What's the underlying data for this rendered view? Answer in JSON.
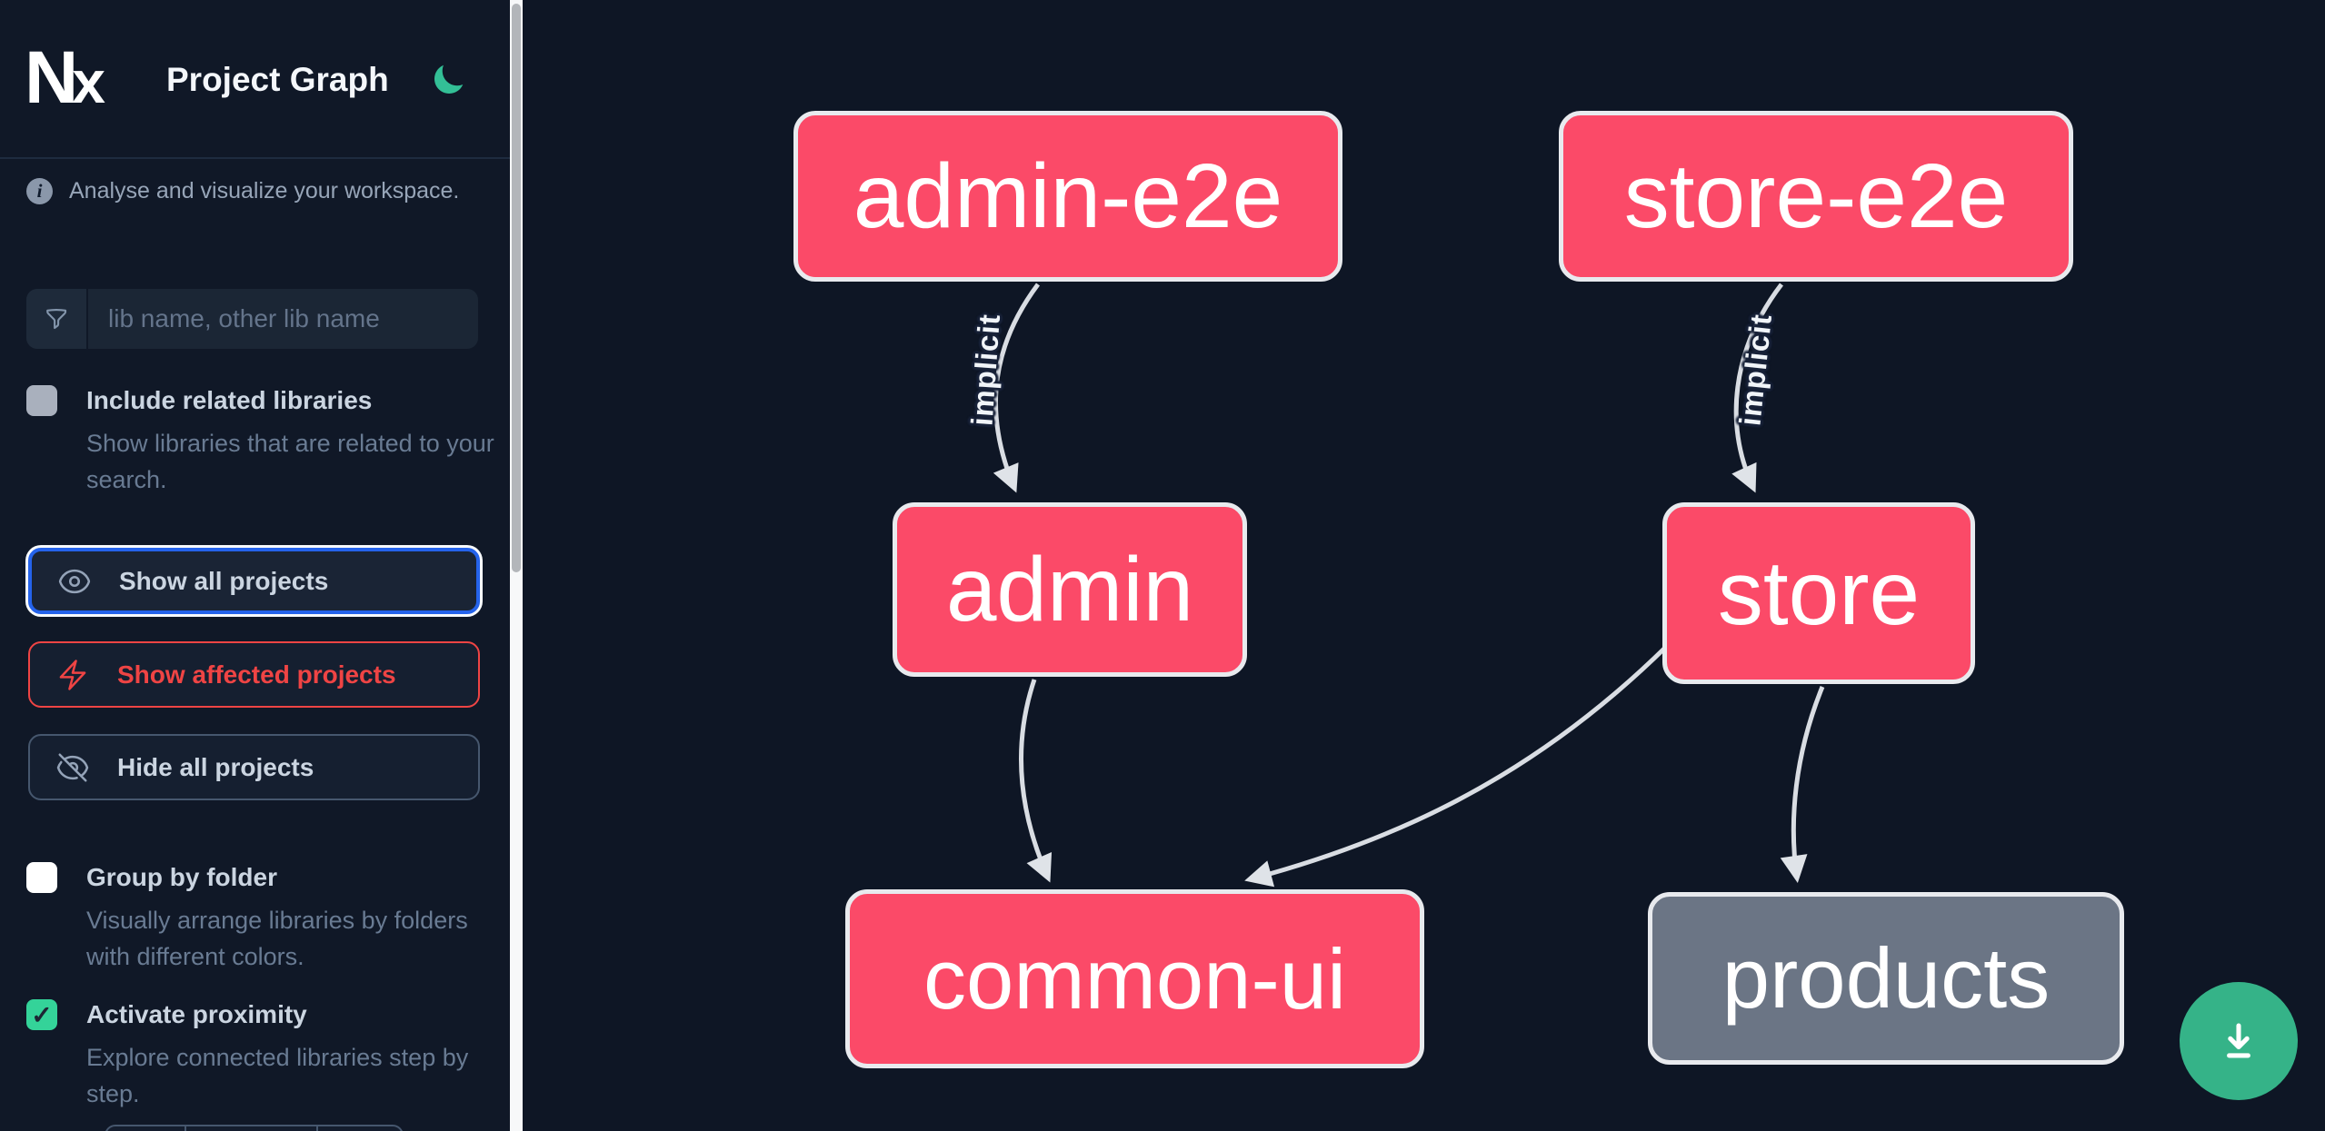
{
  "header": {
    "logo_text": "Nx",
    "title": "Project Graph",
    "theme_toggle": "moon"
  },
  "sidebar": {
    "tagline": "Analyse and visualize your workspace.",
    "search": {
      "placeholder": "lib name, other lib name",
      "value": ""
    },
    "toggles": [
      {
        "label": "Include related libraries",
        "description": "Show libraries that are related to your search.",
        "checked": false
      },
      {
        "label": "Group by folder",
        "description": "Visually arrange libraries by folders with different colors.",
        "checked": false
      },
      {
        "label": "Activate proximity",
        "description": "Explore connected libraries step by step.",
        "checked": true
      }
    ],
    "actions": [
      {
        "label": "Show all projects",
        "icon": "eye-icon",
        "state": "focused"
      },
      {
        "label": "Show affected projects",
        "icon": "bolt-icon",
        "state": "affected"
      },
      {
        "label": "Hide all projects",
        "icon": "eye-slash-icon",
        "state": "default"
      }
    ]
  },
  "graph": {
    "nodes": [
      {
        "label": "admin-e2e",
        "status": "affected"
      },
      {
        "label": "store-e2e",
        "status": "affected"
      },
      {
        "label": "admin",
        "status": "affected"
      },
      {
        "label": "store",
        "status": "affected"
      },
      {
        "label": "common-ui",
        "status": "affected"
      },
      {
        "label": "products",
        "status": "unaffected"
      }
    ],
    "edges": [
      {
        "source": "admin-e2e",
        "target": "admin",
        "label": "implicit"
      },
      {
        "source": "store-e2e",
        "target": "store",
        "label": "implicit"
      },
      {
        "source": "admin",
        "target": "common-ui",
        "label": ""
      },
      {
        "source": "store",
        "target": "common-ui",
        "label": ""
      },
      {
        "source": "store",
        "target": "products",
        "label": ""
      }
    ]
  },
  "colors": {
    "background": "#0e1625",
    "node_affected": "#fb4a68",
    "node_unaffected": "#6b7585",
    "node_border": "#e8eaee",
    "edge": "#d9dde3",
    "accent_blue": "#2563eb",
    "affected_red": "#ef4444",
    "green": "#35b388",
    "checkbox_green": "#34d399"
  }
}
